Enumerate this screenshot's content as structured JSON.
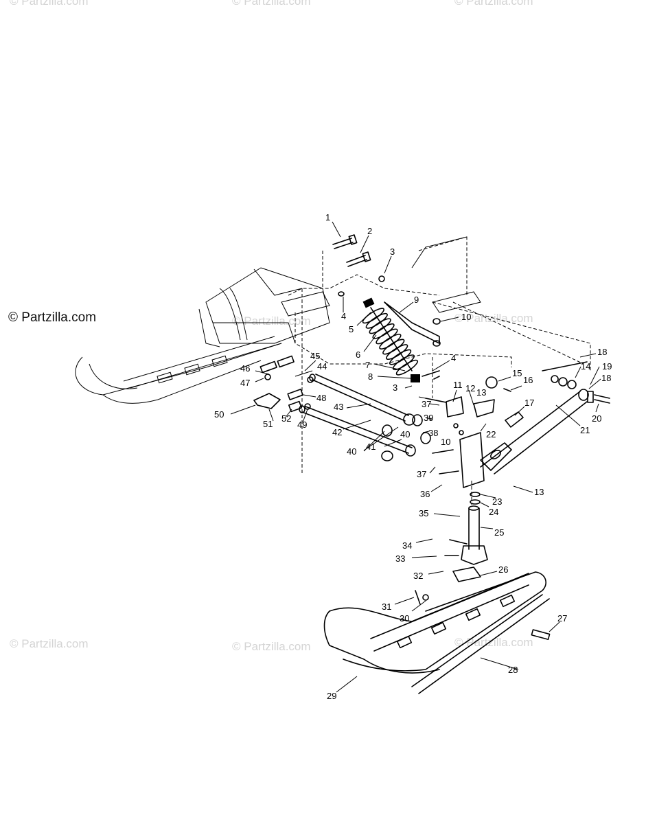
{
  "watermark": {
    "text": "© Partzilla.com",
    "brand_text": "© Partzilla.com"
  },
  "callouts": {
    "c1": "1",
    "c2": "2",
    "c3a": "3",
    "c3b": "3",
    "c4a": "4",
    "c4b": "4",
    "c5": "5",
    "c6": "6",
    "c7": "7",
    "c8": "8",
    "c9": "9",
    "c10a": "10",
    "c10b": "10",
    "c11": "11",
    "c12": "12",
    "c13a": "13",
    "c13b": "13",
    "c14": "14",
    "c15": "15",
    "c16": "16",
    "c17": "17",
    "c18a": "18",
    "c18b": "18",
    "c19": "19",
    "c20": "20",
    "c21": "21",
    "c22": "22",
    "c23": "23",
    "c24": "24",
    "c25": "25",
    "c26": "26",
    "c27": "27",
    "c28": "28",
    "c29": "29",
    "c30": "30",
    "c31": "31",
    "c32": "32",
    "c33": "33",
    "c34": "34",
    "c35": "35",
    "c36": "36",
    "c37a": "37",
    "c37b": "37",
    "c38": "38",
    "c39": "39",
    "c40a": "40",
    "c40b": "40",
    "c41": "41",
    "c42": "42",
    "c43": "43",
    "c44": "44",
    "c45": "45",
    "c46": "46",
    "c47": "47",
    "c48": "48",
    "c49": "49",
    "c50": "50",
    "c51": "51",
    "c52": "52"
  }
}
